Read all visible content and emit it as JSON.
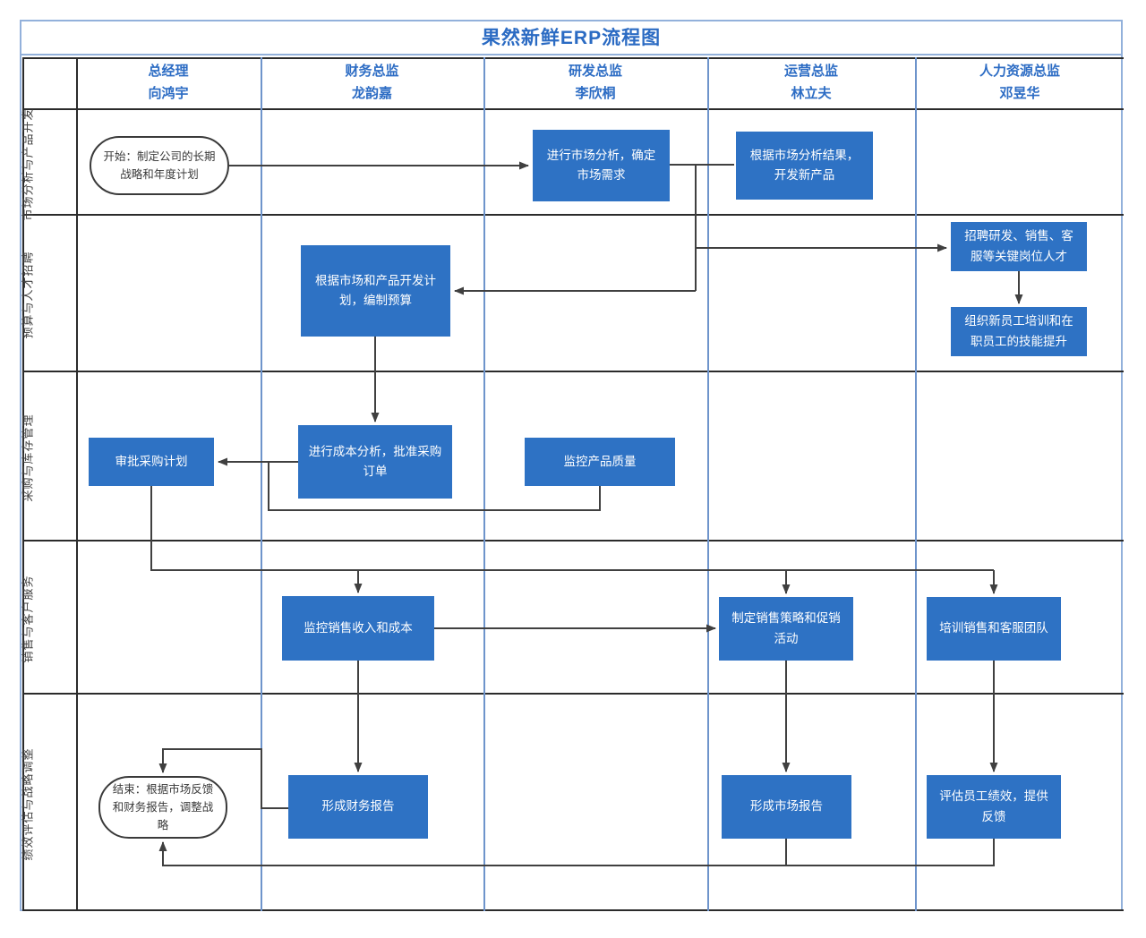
{
  "title": "果然新鲜ERP流程图",
  "colors": {
    "node_fill": "#2E72C4",
    "node_text": "#FFFFFF",
    "header_text": "#2C6CC4",
    "title_text": "#2B6BC3",
    "lane_line": "#2B2B2B",
    "column_divider": "#6E94CB",
    "outer_frame": "#93B1DB",
    "connector": "#404040"
  },
  "columns": [
    {
      "role": "总经理",
      "person": "向鸿宇"
    },
    {
      "role": "财务总监",
      "person": "龙韵嘉"
    },
    {
      "role": "研发总监",
      "person": "李欣桐"
    },
    {
      "role": "运营总监",
      "person": "林立夫"
    },
    {
      "role": "人力资源总监",
      "person": "邓昱华"
    }
  ],
  "lanes": [
    {
      "label": "市场分析与产品开发"
    },
    {
      "label": "预算与人才招聘"
    },
    {
      "label": "采购与库存管理"
    },
    {
      "label": "销售与客户服务"
    },
    {
      "label": "绩效评估与战略调整"
    }
  ],
  "nodes": [
    {
      "id": "start",
      "shape": "terminator",
      "label": "开始：制定公司的长期战略和年度计划"
    },
    {
      "id": "market-analysis",
      "shape": "process",
      "label": "进行市场分析，确定市场需求"
    },
    {
      "id": "develop-product",
      "shape": "process",
      "label": "根据市场分析结果，开发新产品"
    },
    {
      "id": "budget",
      "shape": "process",
      "label": "根据市场和产品开发计划，编制预算"
    },
    {
      "id": "recruit",
      "shape": "process",
      "label": "招聘研发、销售、客服等关键岗位人才"
    },
    {
      "id": "train-new-staff",
      "shape": "process",
      "label": "组织新员工培训和在职员工的技能提升"
    },
    {
      "id": "approve-purchase",
      "shape": "process",
      "label": "审批采购计划"
    },
    {
      "id": "cost-analysis",
      "shape": "process",
      "label": "进行成本分析，批准采购订单"
    },
    {
      "id": "quality-control",
      "shape": "process",
      "label": "监控产品质量"
    },
    {
      "id": "monitor-revenue",
      "shape": "process",
      "label": "监控销售收入和成本"
    },
    {
      "id": "sales-strategy",
      "shape": "process",
      "label": "制定销售策略和促销活动"
    },
    {
      "id": "train-sales-team",
      "shape": "process",
      "label": "培训销售和客服团队"
    },
    {
      "id": "end",
      "shape": "terminator",
      "label": "结束：根据市场反馈和财务报告，调整战略"
    },
    {
      "id": "financial-report",
      "shape": "process",
      "label": "形成财务报告"
    },
    {
      "id": "market-report",
      "shape": "process",
      "label": "形成市场报告"
    },
    {
      "id": "evaluate-performance",
      "shape": "process",
      "label": "评估员工绩效，提供反馈"
    }
  ]
}
